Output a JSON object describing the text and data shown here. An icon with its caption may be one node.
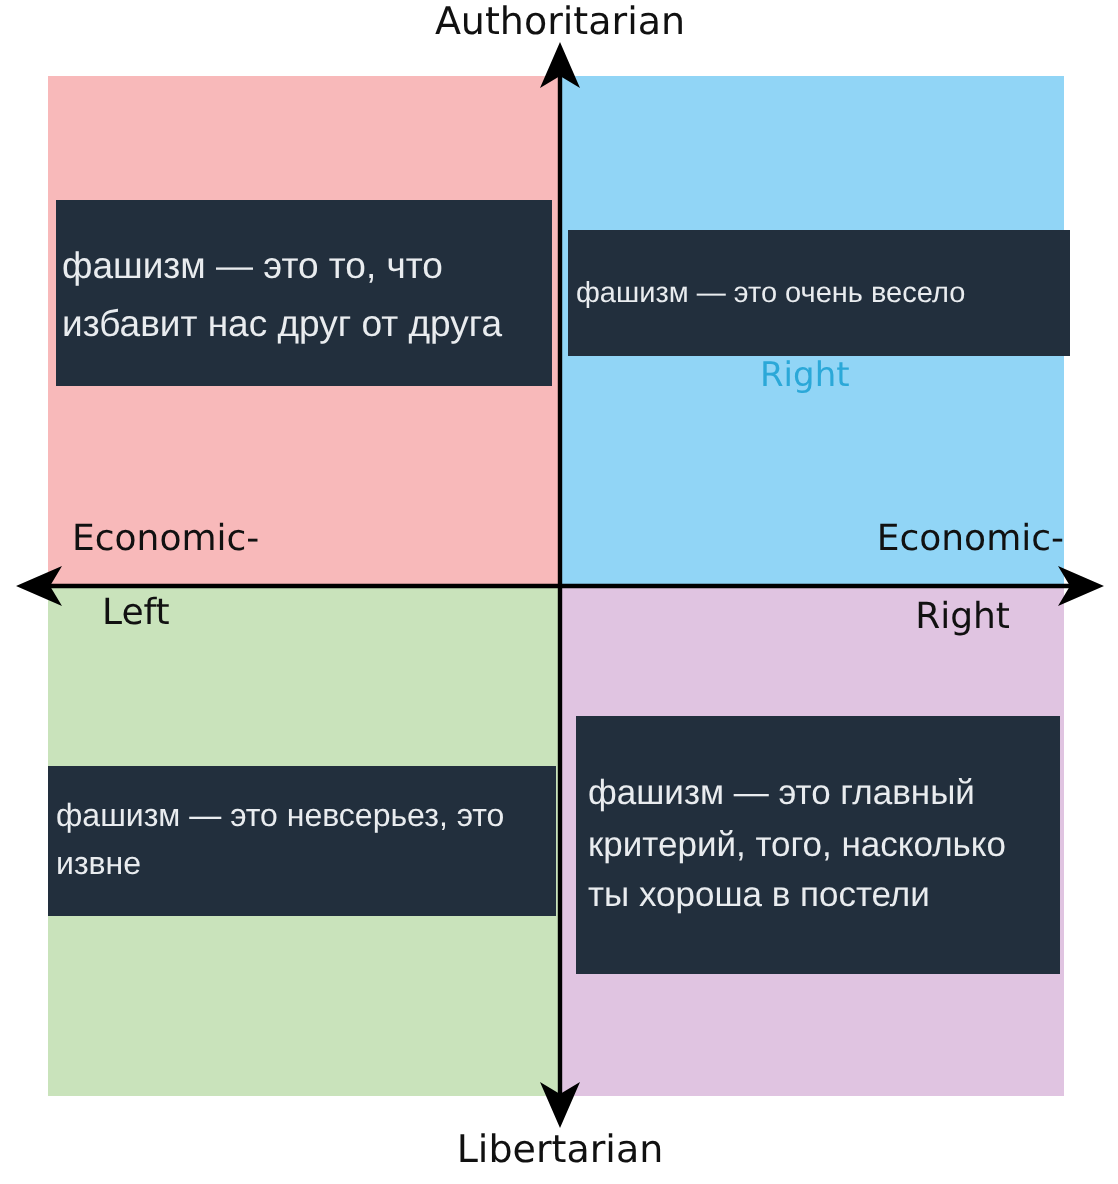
{
  "diagram": {
    "nodes": [
      {
        "text": [
          "фашизм — это то, что избавит нас друг от друга"
        ]
      },
      {
        "text": [
          "фашизм — это очень весело"
        ]
      },
      {
        "text": [
          "фашизм — это невсерьез, это извне"
        ]
      },
      {
        "text": [
          "фашизм — это главный критерий, того, насколько ты хороша в постели"
        ]
      }
    ],
    "labels": [
      "Authoritarian",
      "Right",
      "Economic-",
      "Economic-",
      "Left",
      "Right",
      "Libertarian"
    ]
  }
}
